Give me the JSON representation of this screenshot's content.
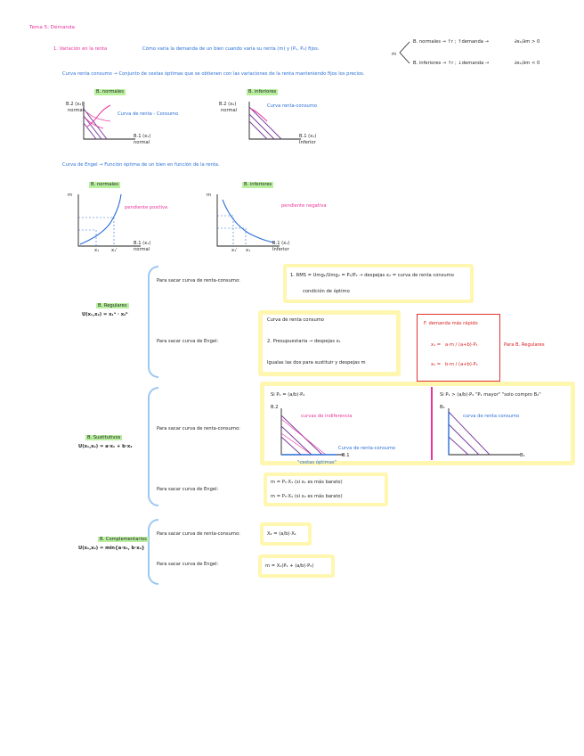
{
  "header": {
    "title": "Tema 5: Démanda"
  },
  "section1": {
    "heading": "1. Variación en la renta",
    "description": "Cómo varía la demanda de un bien cuando varía su renta (m) y (P₁, P₂) fijos.",
    "m_label": "m",
    "branch_normal": "B. normales → ↑r ; ↑demanda →",
    "branch_normal_frac": "∂x₁/∂m > 0",
    "branch_inferior": "B. inferiores → ↑r ; ↓demanda →",
    "branch_inferior_frac": "∂x₁/∂m < 0",
    "curva_renta": "Curva renta consumo → Conjunto de cestas óptimas que se obtienen con las variaciones de la renta manteniendo fijos los precios."
  },
  "graphs_rc": {
    "normal": {
      "tag": "B. normales",
      "ylabel": "B.2 (x₂)",
      "ylabel2": "normal",
      "xlabel": "B.1 (x₁)",
      "xlabel2": "normal",
      "curve_label": "Curva de renta - Consumo"
    },
    "inferior": {
      "tag": "B. inferiores",
      "ylabel": "B.2 (x₂)",
      "ylabel2": "normal",
      "xlabel": "B.1 (x₁)",
      "xlabel2": "Inferior",
      "curve_label": "Curva renta-consumo"
    }
  },
  "engel": {
    "title": "Curva de Engel → Función óptima de un bien en función de la renta.",
    "normal": {
      "tag": "B. normales",
      "ylabel": "m",
      "xlabel": "B.1 (x₁)",
      "xlabel2": "normal",
      "side_label": "pendiente positiva",
      "x_ticks": [
        "x₁",
        "x₁'"
      ]
    },
    "inferior": {
      "tag": "B. inferiores",
      "ylabel": "m",
      "xlabel": "B.1 (x₁)",
      "xlabel2": "Inferior",
      "side_label": "pendiente negativa",
      "x_ticks": [
        "x₁'",
        "x₁"
      ]
    }
  },
  "regulares": {
    "title": "B. Regulares",
    "utility": "U(x₁,x₂) = x₁ᵃ · x₂ᵇ",
    "rc_prompt": "Para sacar curva de renta-consumo:",
    "rc_formula": "1. RMS = Umg₁/Umg₂ = P₁/P₂ → despejas x₂ = curva de renta consumo",
    "rc_note": "condición de óptimo",
    "engel_prompt": "Para sacar curva de Engel:",
    "engel_step1": "Curva de renta consumo",
    "engel_step2": "2. Presupuestaria → despejas x₁",
    "engel_step3": "Igualas las dos para sustituir y despejas m",
    "demand_title": "F. demanda más rápido",
    "demand_x1": "x₁ =",
    "demand_x1_frac": "a·m / (a+b)·P₁",
    "demand_x2": "x₂ =",
    "demand_x2_frac": "b·m / (a+b)·P₂",
    "demand_note": "Para B. Regulares"
  },
  "sustitutivos": {
    "title": "B. Sustitutivos",
    "utility": "U(x₁,x₂) = a·x₁ + b·x₂",
    "rc_prompt": "Para sacar curva de renta-consumo:",
    "case1": "Si P₁ = (a/b)·P₂",
    "case1_curve1": "curvas de indiferencia",
    "case1_curve2": "Curva de renta-consumo",
    "case1_opt": "\"cestas óptimas\"",
    "case1_y": "B.2",
    "case1_x": "B.1",
    "case2": "Si P₁ > (a/b)·P₂ \"P₁ mayor\" \"solo compro B₂\"",
    "case2_curve": "curva de renta consumo",
    "case2_y": "B₂",
    "case2_x": "B₁",
    "engel_prompt": "Para sacar curva de Engel:",
    "engel_f1": "m = P₁·X₁ (si x₁ es más barato)",
    "engel_f2": "m = P₂·X₂ (si x₂ es más barato)"
  },
  "complementarios": {
    "title": "B. Complementarios",
    "utility": "U(x₁,x₂) = min{a·x₁, b·x₂}",
    "rc_prompt": "Para sacar curva de renta-consumo:",
    "rc_formula": "X₂ = (a/b)·X₁",
    "engel_prompt": "Para sacar curva de Engel:",
    "engel_formula": "m = X₁(P₁ + (a/b)·P₂)"
  },
  "colors": {
    "pink": "#e8339c",
    "blue": "#2a6fd6",
    "yellow": "#fff6b0",
    "green": "#b9f0a0",
    "red": "#d92020",
    "brace": "#9cc8f2",
    "purple": "#7a3fa0"
  }
}
